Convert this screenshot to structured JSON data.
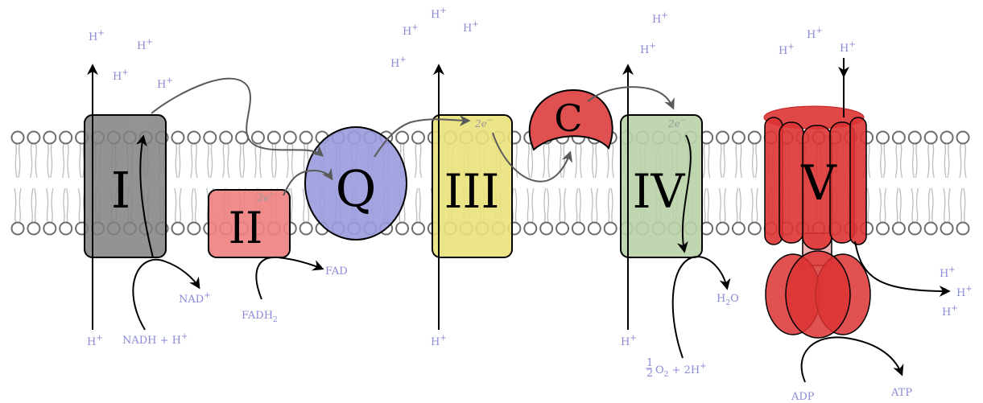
{
  "complexes": {
    "I": "I",
    "II": "II",
    "Q": "Q",
    "III": "III",
    "C": "C",
    "IV": "IV",
    "V": "V"
  },
  "electrons": {
    "e1": "2e",
    "e2": "2e",
    "e3": "2e",
    "e4": "2e"
  },
  "labels": {
    "h": "H",
    "plus": "+",
    "nadh": "NADH + H",
    "nad": "NAD",
    "fadh2_main": "FADH",
    "fadh2_sub": "2",
    "fad": "FAD",
    "h2o_h": "H",
    "h2o_sub": "2",
    "h2o_o": "O",
    "o2_half_num": "1",
    "o2_half_den": "2",
    "o2_o": "O",
    "o2_sub": "2",
    "o2_rest": " + 2H",
    "adp": "ADP",
    "atp": "ATP",
    "minus": "−"
  },
  "colors": {
    "complex_I": "#808080",
    "complex_II": "#f08080",
    "Q": "#9a9add",
    "complex_III": "#eae27a",
    "C": "#e05050",
    "complex_IV": "#b8d2a8",
    "complex_V": "#dd3333",
    "proton_label": "#8a8ad6"
  },
  "lipid_bilayer": {
    "head_count": 60
  }
}
